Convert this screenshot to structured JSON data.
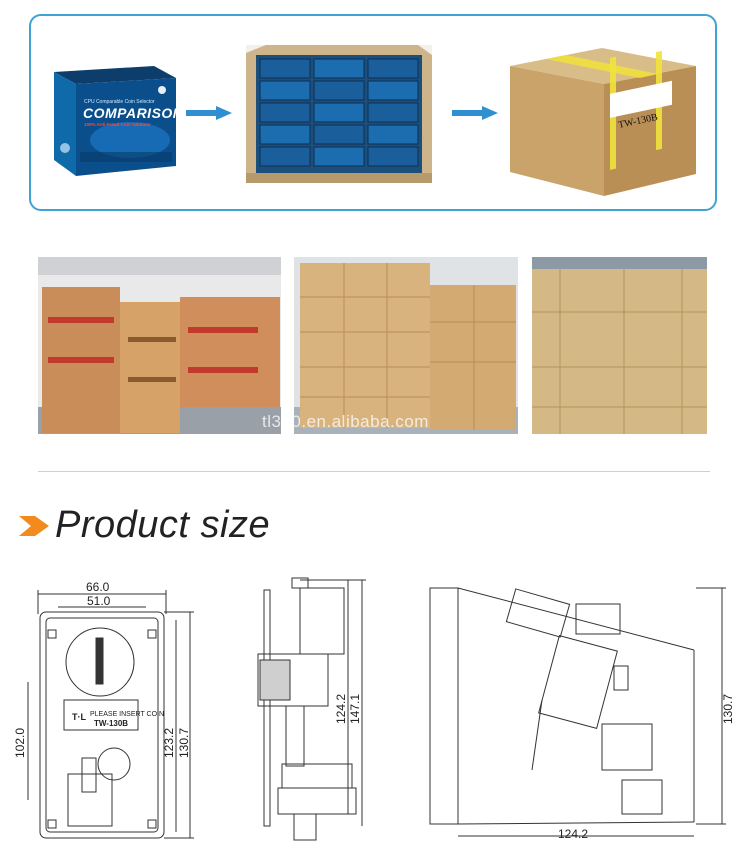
{
  "packaging": {
    "box_brand_small": "CPU Comparable Coin Selector",
    "box_title": "COMPARISON",
    "box_red_line": "100% Anti-Fraud Coin Validator",
    "carton_label": "TW-130B"
  },
  "watermark": "tl300.en.alibaba.com",
  "section_title": "Product size",
  "front_view": {
    "width_outer": "66.0",
    "width_inner": "51.0",
    "height_left": "102.0",
    "height_right_inner": "123.2",
    "height_right_outer": "130.7",
    "logo": "T·L",
    "label_line1": "PLEASE INSERT COIN",
    "label_line2": "TW-130B"
  },
  "side_view": {
    "height_inner": "124.2",
    "height_outer": "147.1"
  },
  "back_view": {
    "height": "130.7",
    "width": "124.2"
  },
  "colors": {
    "panel_border": "#3fa3d6",
    "arrow": "#2f8fd0",
    "chevron": "#f28a1e",
    "box_blue": "#0a4f8c",
    "carton": "#c9a36a"
  }
}
